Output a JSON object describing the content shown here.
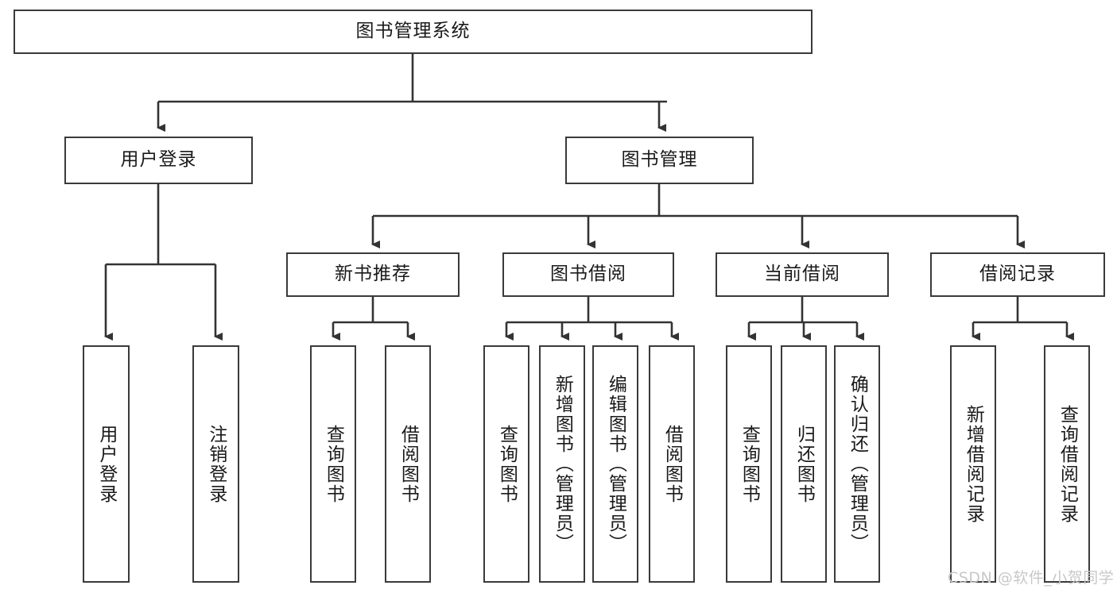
{
  "diagram": {
    "title": "图书管理系统",
    "watermark": "CSDN @软件_小贺同学",
    "colors": {
      "box_border": "#3a3a3a",
      "box_fill": "#ffffff",
      "link": "#333333",
      "text": "#1a1a1a",
      "watermark": "#c8c8c8"
    },
    "levels": {
      "root": {
        "label": "图书管理系统"
      },
      "level1": [
        {
          "label": "用户登录"
        },
        {
          "label": "图书管理"
        }
      ],
      "level2": [
        {
          "label": "新书推荐"
        },
        {
          "label": "图书借阅"
        },
        {
          "label": "当前借阅"
        },
        {
          "label": "借阅记录"
        }
      ],
      "leaves": {
        "user_login": [
          {
            "label": "用户登录"
          },
          {
            "label": "注销登录"
          }
        ],
        "new_book": [
          {
            "label": "查询图书"
          },
          {
            "label": "借阅图书"
          }
        ],
        "book_borrow": [
          {
            "label": "查询图书"
          },
          {
            "label": "新增图书（管理员）"
          },
          {
            "label": "编辑图书（管理员）"
          },
          {
            "label": "借阅图书"
          }
        ],
        "current_borrow": [
          {
            "label": "查询图书"
          },
          {
            "label": "归还图书"
          },
          {
            "label": "确认归还（管理员）"
          }
        ],
        "borrow_record": [
          {
            "label": "新增借阅记录"
          },
          {
            "label": "查询借阅记录"
          }
        ]
      }
    }
  }
}
